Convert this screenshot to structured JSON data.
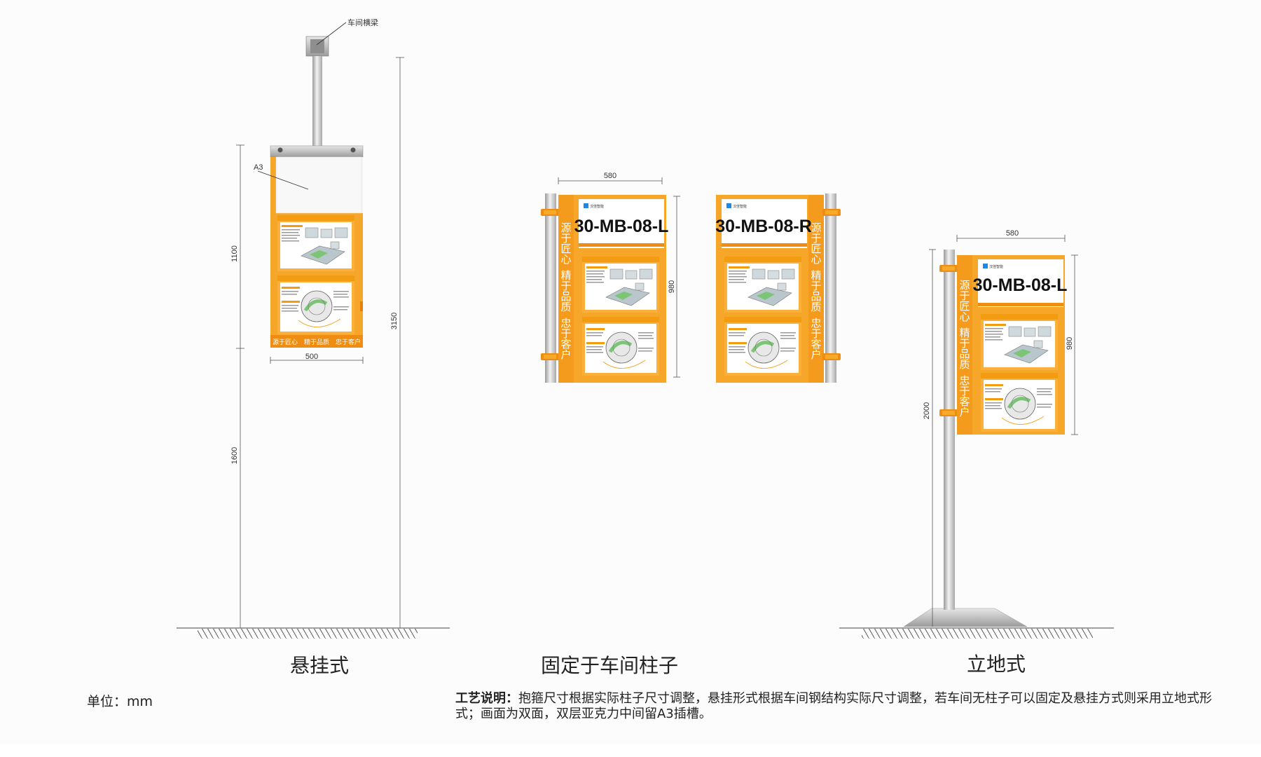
{
  "labels": {
    "beam": "车间横梁",
    "a3": "A3",
    "brand": "汉佳智能"
  },
  "dims": {
    "hang_width": "500",
    "hang_upper": "1100",
    "hang_lower": "1600",
    "hang_total": "3150",
    "wall_width": "580",
    "wall_height": "980",
    "stand_width": "580",
    "stand_height": "980",
    "stand_total": "2000"
  },
  "signs": {
    "code_left": "30-MB-08-L",
    "code_right": "30-MB-08-R",
    "slogan_horizontal": "源于匠心　精于品质　忠于客户",
    "slogan_vertical": [
      "源",
      "于",
      "匠",
      "心",
      "精",
      "于",
      "品",
      "质",
      "忠",
      "于",
      "客",
      "户"
    ]
  },
  "captions": {
    "hanging": "悬挂式",
    "wall": "固定于车间柱子",
    "standing": "立地式"
  },
  "unit": "单位：mm",
  "note": {
    "title": "工艺说明：",
    "body": "抱箍尺寸根据实际柱子尺寸调整，悬挂形式根据车间钢结构实际尺寸调整，若车间无柱子可以固定及悬挂方式则采用立地式形式；画面为双面，双层亚克力中间留A3插槽。"
  },
  "colors": {
    "orange": "#f5a623",
    "orange_dark": "#e8901a",
    "steel": "#c9c9c9",
    "text": "#222222"
  }
}
